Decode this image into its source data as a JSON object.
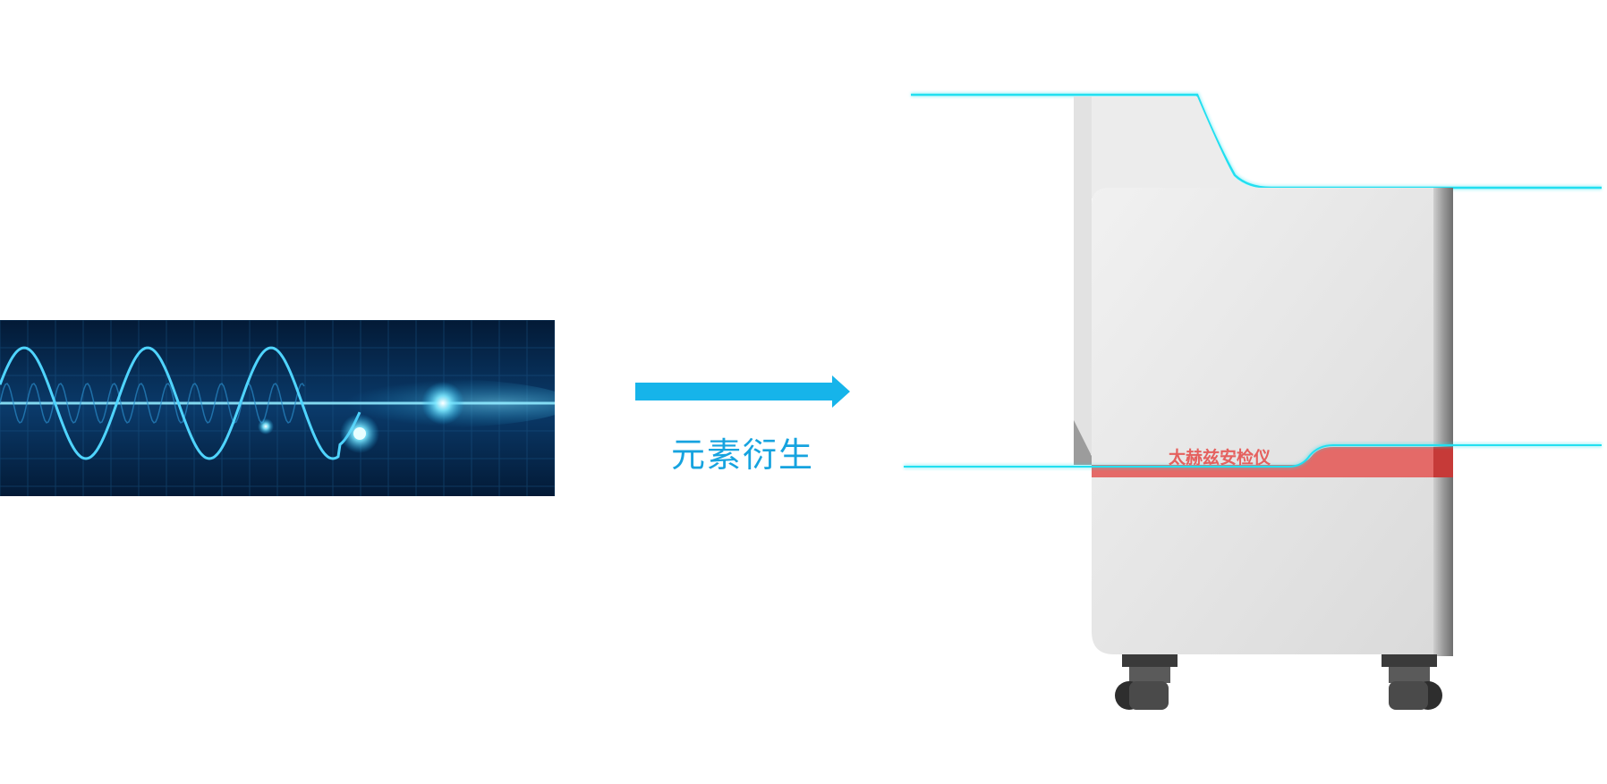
{
  "caption": "元素衍生",
  "machine_label": "太赫兹安检仪",
  "colors": {
    "accent": "#16b4ea",
    "caption": "#16a3df",
    "wave_bg": "#041e3c",
    "wave_line": "#3fd2ff",
    "brand_band": "#e46a68",
    "brand_text": "#e5605e",
    "cabinet": "#e7e7e7",
    "neon_line": "#1ee2f2"
  },
  "icons": {
    "arrow": "arrow-right-icon",
    "wave": "sine-wave-graphic",
    "machine": "security-scanner-cabinet"
  }
}
